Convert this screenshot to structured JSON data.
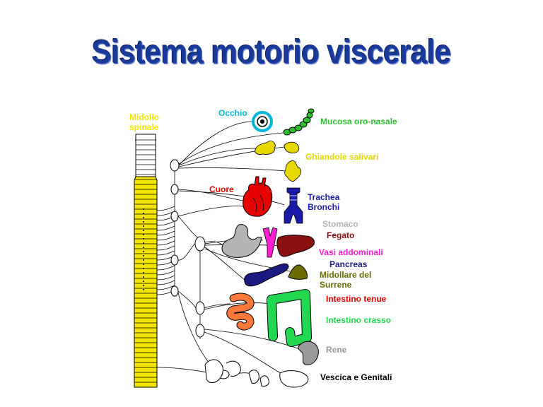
{
  "title": "Sistema motorio viscerale",
  "colors": {
    "title": "#1a3a9a",
    "spinal_cord": "#f2e600",
    "eye": "#00b6d6",
    "oral_nasal": "#2fbf2f",
    "salivary": "#e6d800",
    "heart": "#e60000",
    "trachea": "#1a1aa8",
    "stomach": "#b4b4b4",
    "liver": "#8b1010",
    "abdominal_vessels": "#ff1fd0",
    "pancreas": "#1a1a80",
    "adrenal": "#6b6b00",
    "small_intestine": "#ff7a3a",
    "large_intestine": "#22d850",
    "kidney": "#9a9a9a",
    "bladder": "#000000"
  },
  "labels": {
    "spinal_cord": [
      "Midollo",
      "spinale"
    ],
    "eye": "Occhio",
    "oral_nasal": "Mucosa oro-nasale",
    "salivary": "Ghiandole salivari",
    "heart": "Cuore",
    "trachea": [
      "Trachea",
      "Bronchi"
    ],
    "stomach": "Stomaco",
    "liver": "Fegato",
    "abdominal_vessels": "Vasi addominali",
    "pancreas": "Pancreas",
    "adrenal": [
      "Midollare del",
      "Surrene"
    ],
    "small_intestine": "Intestino tenue",
    "large_intestine": "Intestino crasso",
    "kidney": "Rene",
    "bladder_genitals": "Vescica e Genitali"
  }
}
